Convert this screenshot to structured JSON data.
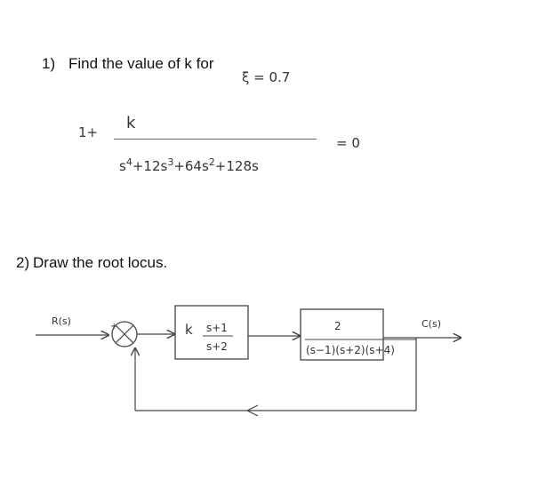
{
  "question1": {
    "number": "1)",
    "prompt": "Find the value of k for",
    "zeta": "ξ = 0.7",
    "equation": {
      "lead": "1+",
      "numerator": "k",
      "den_s4": "s",
      "den_s4_exp": "4",
      "den_term2": "+12s",
      "den_term2_exp": "3",
      "den_term3": "+64s",
      "den_term3_exp": "2",
      "den_term4": "+128s",
      "rhs": "= 0"
    }
  },
  "question2": {
    "number": "2)",
    "prompt": "Draw the root locus."
  },
  "diagram": {
    "input_label": "R(s)",
    "sum_sign": "+",
    "controller_gain": "k",
    "controller_num": "s+1",
    "controller_den": "s+2",
    "plant_num": "2",
    "plant_den": "(s−1)(s+2)(s+4)",
    "output_label": "C(s)"
  }
}
